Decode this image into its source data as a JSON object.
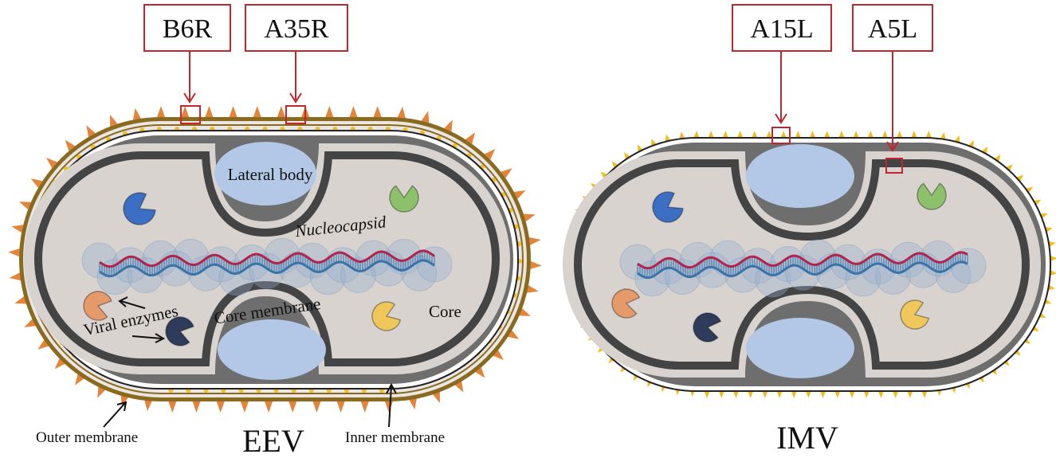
{
  "eev": {
    "title": "EEV",
    "protein_labels": [
      "B6R",
      "A35R"
    ],
    "lateral_body": "Lateral body",
    "nucleocapsid": "Nucleocapsid",
    "core_membrane": "Core membrane",
    "core": "Core",
    "viral_enzymes": "Viral enzymes",
    "outer_membrane": "Outer membrane",
    "inner_membrane": "Inner membrane"
  },
  "imv": {
    "title": "IMV",
    "protein_labels": [
      "A15L",
      "A5L"
    ]
  },
  "colors": {
    "outer_membrane": "#8a6a1e",
    "outer_spike": "#e4843a",
    "inner_spike": "#f2bd1c",
    "core_wall": "#6e6e6e",
    "core_fill": "#d8d3cf",
    "lateral_body": "#b3c7e6",
    "callout": "#c0272d",
    "dna_red": "#b2244b",
    "dna_blue": "#3a73a8",
    "enzyme_blue": "#3a6fc4",
    "enzyme_green": "#8cc06a",
    "enzyme_orange": "#e69a6a",
    "enzyme_yellow": "#f0c75a",
    "enzyme_navy": "#2e3b5a"
  },
  "icons": [
    "enzyme-pacman-icon",
    "callout-arrow-icon",
    "pointer-arrow-icon"
  ]
}
